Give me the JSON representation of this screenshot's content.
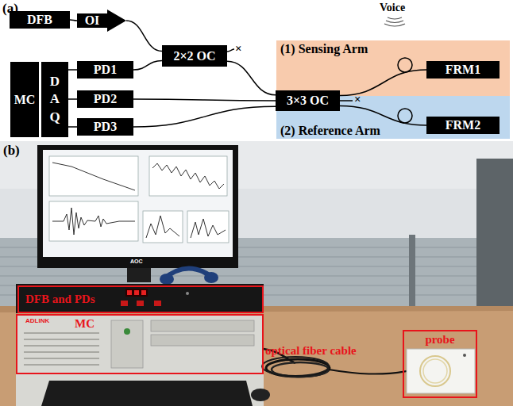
{
  "diagram": {
    "nodes": [
      {
        "text": [
          "DFB"
        ]
      },
      {
        "text": [
          "OI"
        ]
      },
      {
        "text": [
          "2×2 OC"
        ]
      },
      {
        "text": [
          "MC"
        ]
      },
      {
        "text": [
          "DAQ"
        ]
      },
      {
        "text": [
          "PD1"
        ]
      },
      {
        "text": [
          "PD2"
        ]
      },
      {
        "text": [
          "PD3"
        ]
      },
      {
        "text": [
          "3×3 OC"
        ]
      },
      {
        "text": [
          "(1) Sensing Arm"
        ]
      },
      {
        "text": [
          "(2) Reference Arm"
        ]
      },
      {
        "text": [
          "FRM1"
        ],
        "in": 9
      },
      {
        "text": [
          "FRM2"
        ],
        "in": 10
      },
      {
        "text": [
          "DFB and PDs"
        ]
      },
      {
        "text": [
          "MC"
        ]
      },
      {
        "text": [
          "probe"
        ]
      }
    ],
    "edges": [
      {
        "from": 0,
        "to": 1,
        "arrow": "none"
      },
      {
        "from": 1,
        "to": 2,
        "arrow": "none"
      },
      {
        "from": 5,
        "to": 2,
        "arrow": "none"
      },
      {
        "from": 2,
        "to": 8,
        "arrow": "none"
      },
      {
        "from": 6,
        "to": 8,
        "arrow": "none"
      },
      {
        "from": 7,
        "to": 8,
        "arrow": "none"
      },
      {
        "from": 4,
        "to": 5,
        "arrow": "none"
      },
      {
        "from": 4,
        "to": 6,
        "arrow": "none"
      },
      {
        "from": 4,
        "to": 7,
        "arrow": "none"
      },
      {
        "from": 8,
        "to": 11,
        "arrow": "none"
      },
      {
        "from": 8,
        "to": 12,
        "arrow": "none"
      }
    ],
    "labels": [
      "(a)",
      "Voice",
      "×",
      "×",
      "(b)",
      "optical fiber cable",
      "AOC",
      "ADLINK"
    ]
  }
}
